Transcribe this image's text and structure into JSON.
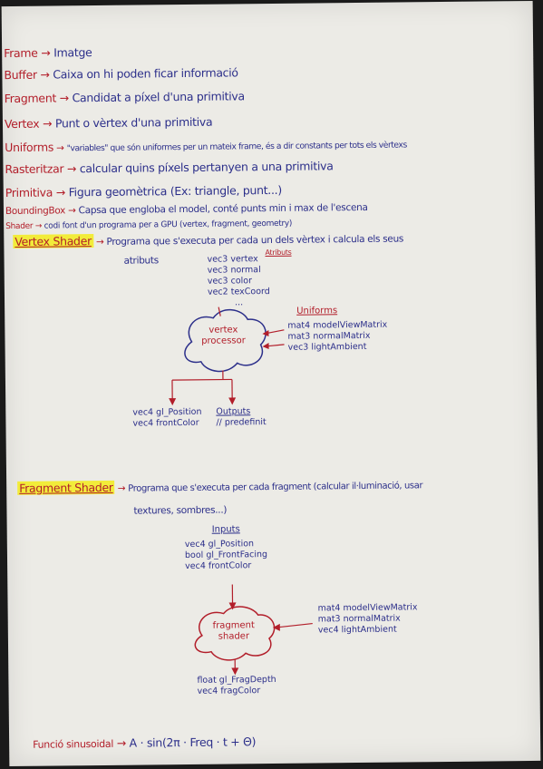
{
  "definitions": [
    {
      "term": "Frame",
      "text": "Imatge"
    },
    {
      "term": "Buffer",
      "text": "Caixa on hi poden ficar informació"
    },
    {
      "term": "Fragment",
      "text": "Candidat a píxel d'una primitiva"
    },
    {
      "term": "Vertex",
      "text": "Punt o vèrtex d'una primitiva"
    },
    {
      "term": "Uniforms",
      "text": "\"variables\" que són uniformes per un mateix frame, és a dir constants per tots els vèrtexs"
    },
    {
      "term": "Rasteritzar",
      "text": "calcular quins píxels pertanyen a una primitiva"
    },
    {
      "term": "Primitiva",
      "text": "Figura geomètrica (Ex: triangle, punt...)"
    },
    {
      "term": "BoundingBox",
      "text": "Capsa que engloba el model, conté punts min i max de l'escena"
    },
    {
      "term": "Shader",
      "text": "codi font d'un programa per a GPU (vertex, fragment, geometry)"
    }
  ],
  "vertex_shader": {
    "title": "Vertex Shader",
    "description_1": "Programa que s'executa per cada un dels vèrtex i calcula els seus",
    "description_2": "atributs",
    "attributes_label": "Atributs",
    "attributes": [
      "vec3 vertex",
      "vec3 normal",
      "vec3 color",
      "vec2 texCoord",
      "..."
    ],
    "processor_line1": "vertex",
    "processor_line2": "processor",
    "uniforms_label": "Uniforms",
    "uniforms": [
      "mat4 modelViewMatrix",
      "mat3 normalMatrix",
      "vec3 lightAmbient"
    ],
    "outputs_left": [
      "vec4 gl_Position",
      "vec4 frontColor"
    ],
    "outputs_label": "Outputs",
    "outputs_right": "// predefinit"
  },
  "fragment_shader": {
    "title": "Fragment Shader",
    "description_1": "Programa que s'executa per cada fragment (calcular il·luminació, usar",
    "description_2": "textures, sombres...)",
    "inputs_label": "Inputs",
    "inputs": [
      "vec4 gl_Position",
      "bool gl_FrontFacing",
      "vec4 frontColor"
    ],
    "processor_line1": "fragment",
    "processor_line2": "shader",
    "uniforms": [
      "mat4 modelViewMatrix",
      "mat3 normalMatrix",
      "vec4 lightAmbient"
    ],
    "outputs": [
      "float gl_FragDepth",
      "vec4 fragColor"
    ]
  },
  "footer": {
    "term": "Funció sinusoidal",
    "formula": "A · sin(2π · Freq · t + Θ)"
  },
  "colors": {
    "paper": "#ecebe6",
    "blue_ink": "#2c2f8a",
    "red_ink": "#b21e2a",
    "highlighter": "#f2ec3a"
  }
}
